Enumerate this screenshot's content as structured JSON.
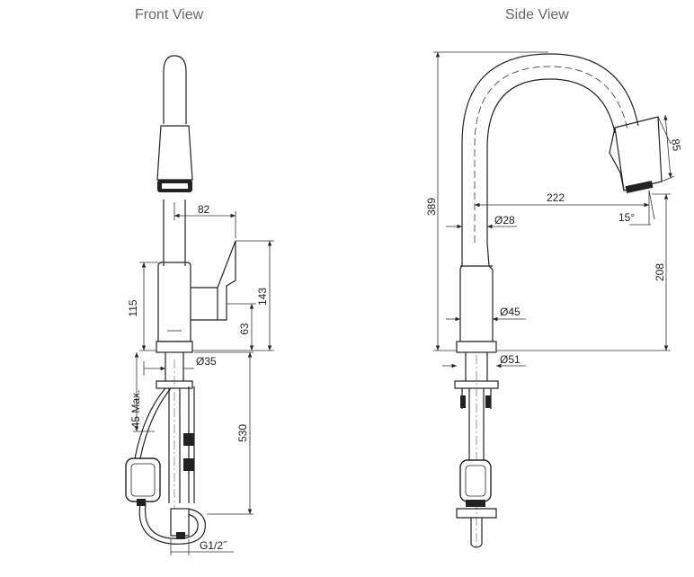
{
  "views": {
    "front_title": "Front View",
    "side_title": "Side View"
  },
  "front_dims": {
    "d82": "82",
    "d115": "115",
    "d143": "143",
    "d63": "63",
    "d35": "Ø35",
    "d45max": "45 Max.",
    "d530": "530",
    "dg12": "G1/2˝"
  },
  "side_dims": {
    "d389": "389",
    "d85": "85",
    "d222": "222",
    "d28": "Ø28",
    "d15": "15°",
    "d208": "208",
    "d45": "Ø45",
    "d51": "Ø51"
  }
}
